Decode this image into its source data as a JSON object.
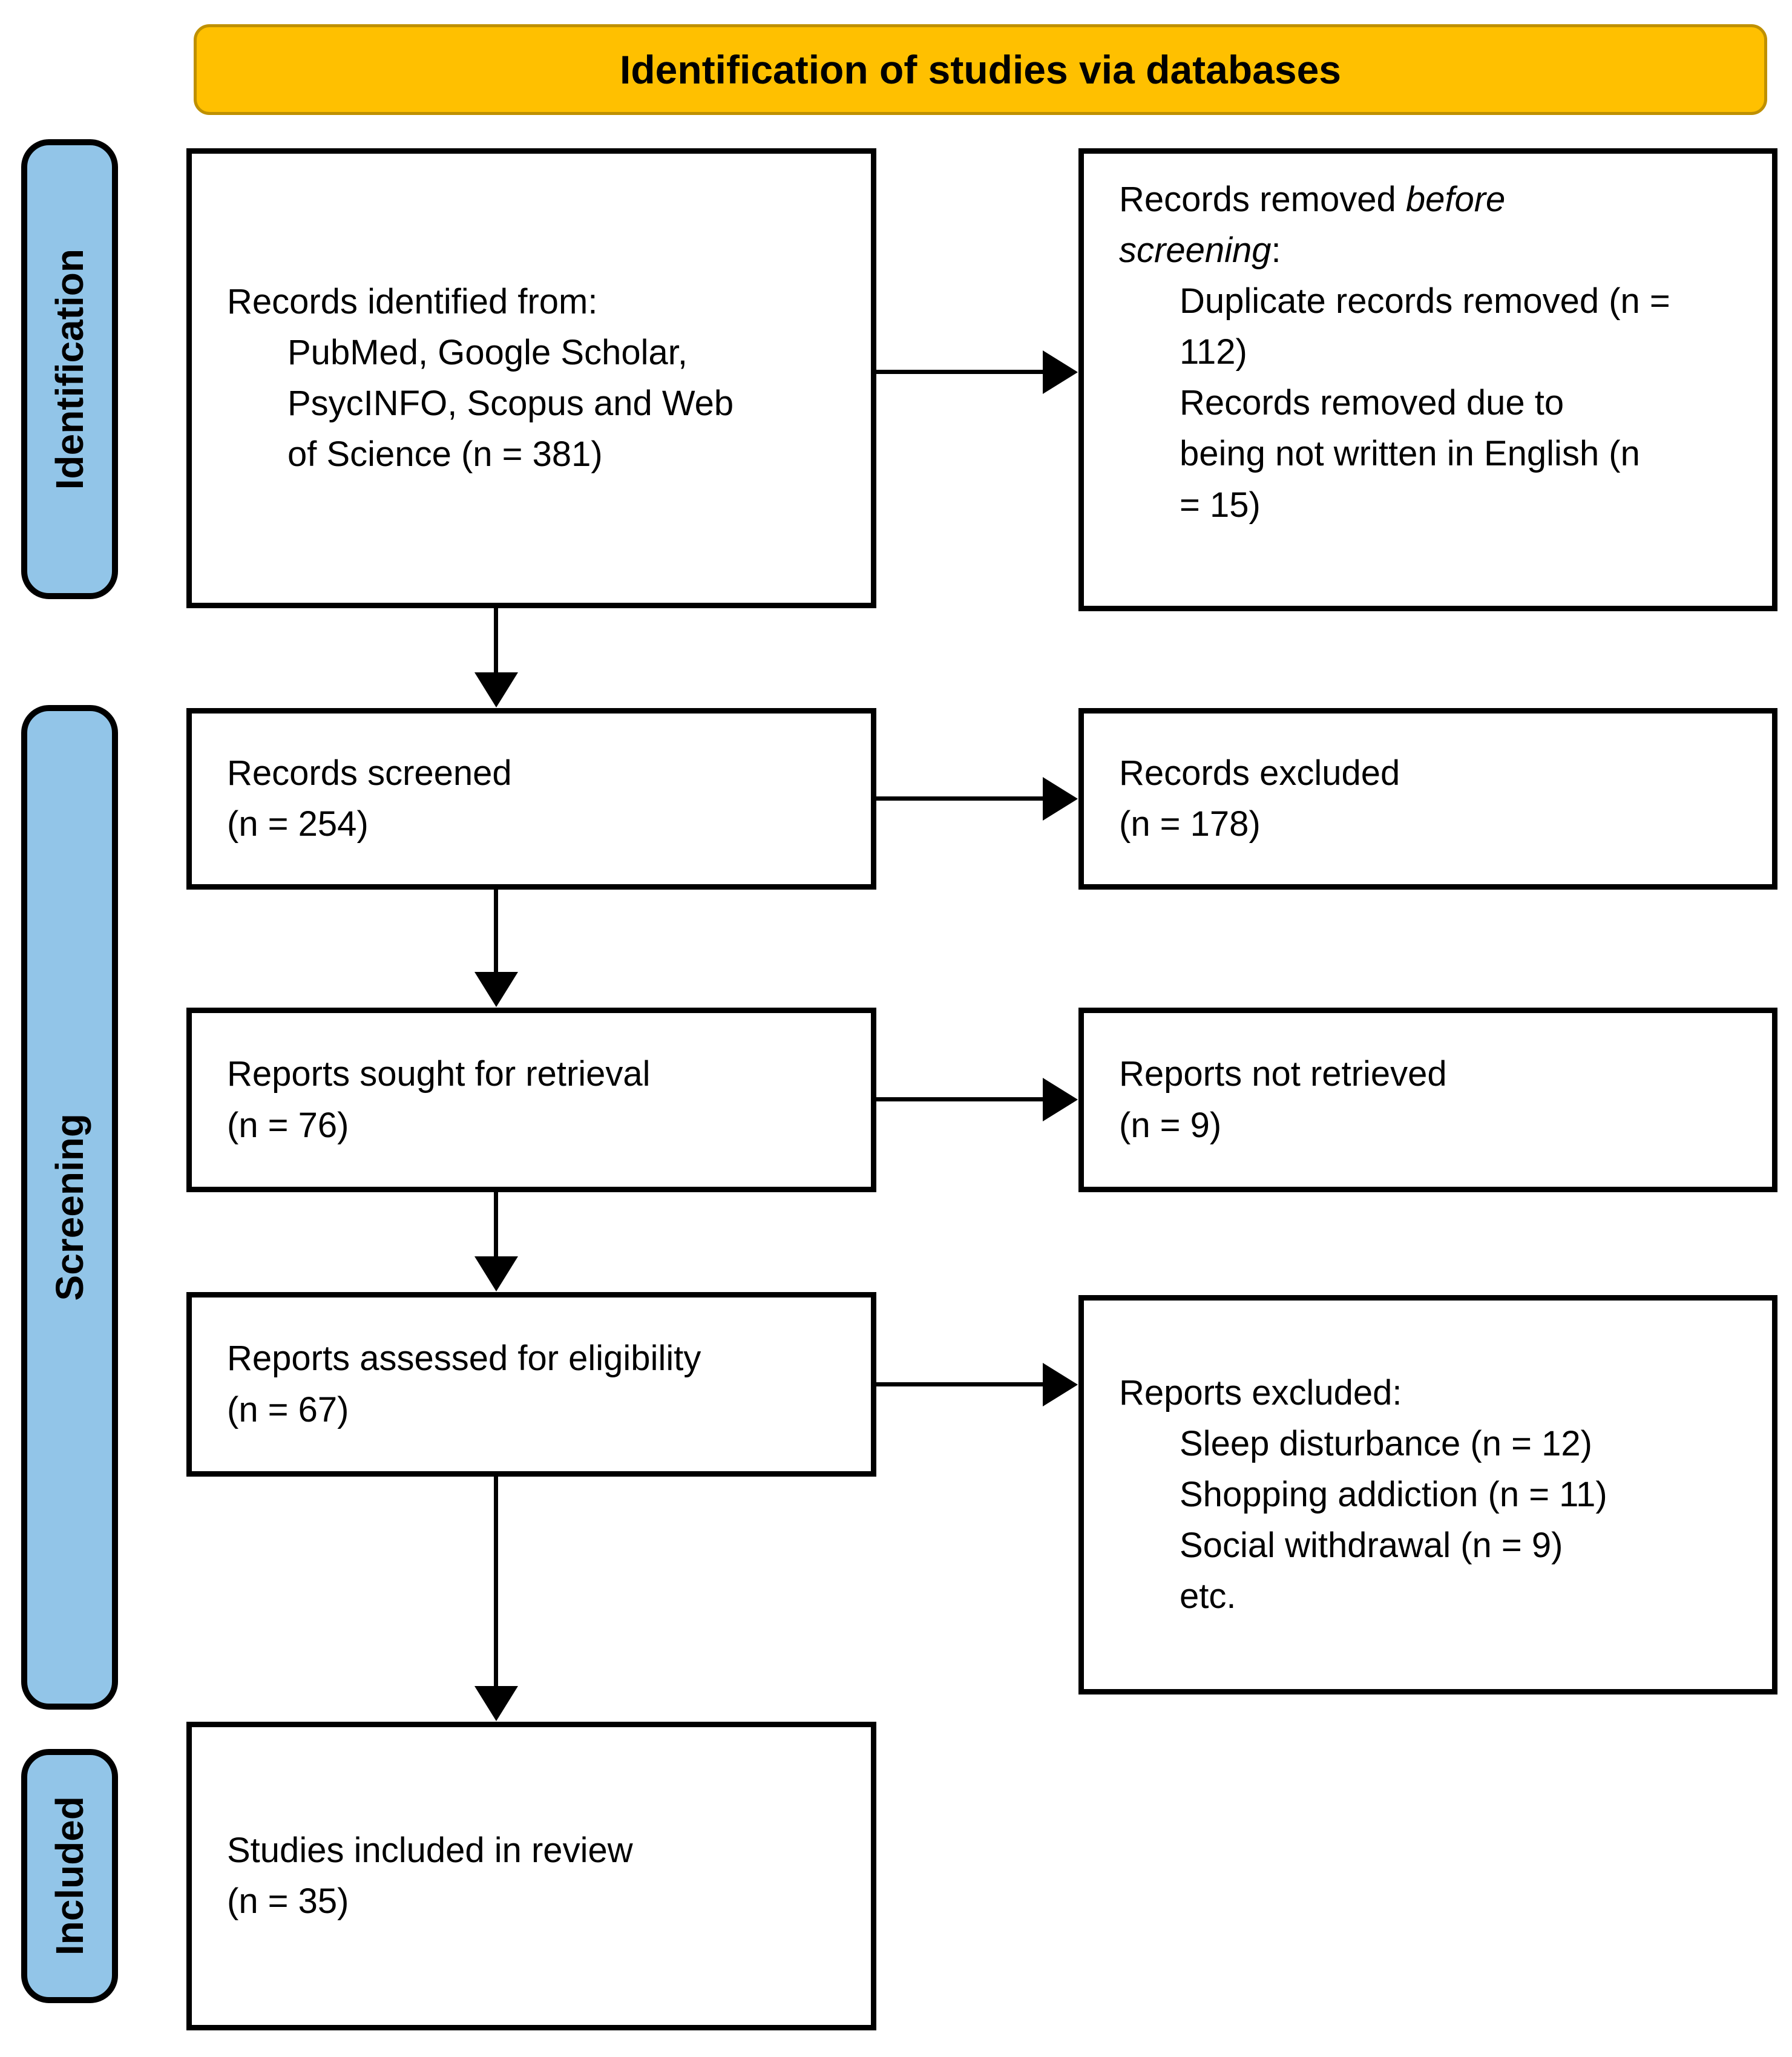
{
  "header": {
    "title": "Identification of studies via databases"
  },
  "stages": {
    "identification": "Identification",
    "screening": "Screening",
    "included": "Included"
  },
  "boxes": {
    "records_identified": {
      "title": "Records identified from:",
      "detail": "PubMed, Google Scholar,\nPsycINFO, Scopus and Web\nof Science (n = 381)"
    },
    "records_removed": {
      "title_prefix": "Records removed ",
      "title_italic": "before\nscreening",
      "title_suffix": ":",
      "items": [
        "Duplicate records removed (n =\n112)",
        "Records removed due to\nbeing not written in English (n\n= 15)"
      ]
    },
    "records_screened": {
      "title": "Records screened",
      "count": "(n = 254)"
    },
    "records_excluded": {
      "title": "Records excluded",
      "count": "(n = 178)"
    },
    "reports_sought": {
      "title": "Reports sought for retrieval",
      "count": "(n = 76)"
    },
    "reports_not_retrieved": {
      "title": "Reports not retrieved",
      "count": "(n = 9)"
    },
    "reports_assessed": {
      "title": "Reports assessed for eligibility",
      "count": "(n = 67)"
    },
    "reports_excluded": {
      "title": "Reports excluded:",
      "items": [
        "Sleep disturbance (n = 12)",
        "Shopping addiction (n = 11)",
        "Social withdrawal (n = 9)",
        "etc."
      ]
    },
    "studies_included": {
      "title": "Studies included in review",
      "count": "(n = 35)"
    }
  },
  "colors": {
    "banner_fill": "#FFC000",
    "banner_border": "#BF9000",
    "stage_fill": "#92C5E8",
    "box_border": "#000000",
    "arrow": "#000000",
    "background": "#FFFFFF"
  }
}
